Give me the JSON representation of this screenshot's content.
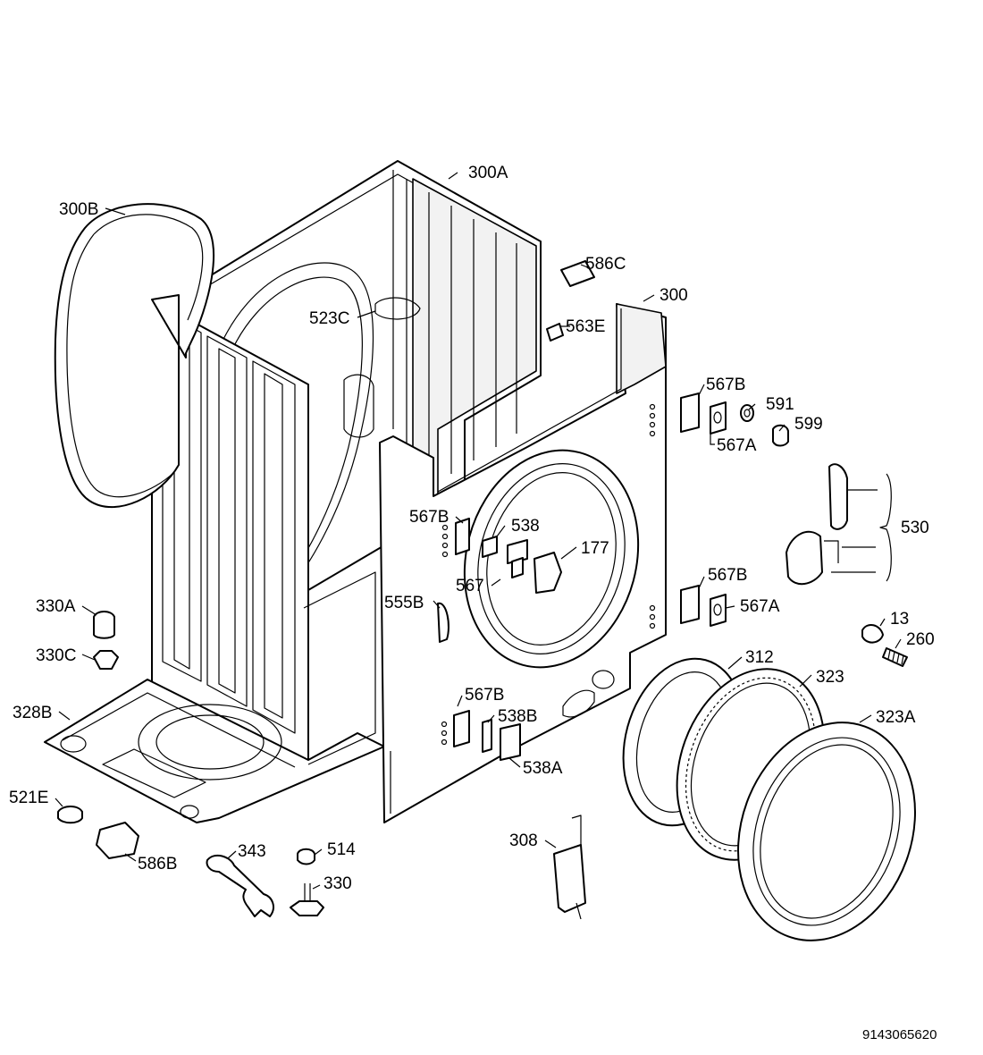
{
  "labels": {
    "l300A": "300A",
    "l300B": "300B",
    "l523C": "523C",
    "l586C": "586C",
    "l300": "300",
    "l563E": "563E",
    "l567B_a": "567B",
    "l591": "591",
    "l567A_a": "567A",
    "l599": "599",
    "l530": "530",
    "l567B_b": "567B",
    "l538_a": "538",
    "l177": "177",
    "l567": "567",
    "l555B": "555B",
    "l567B_c": "567B",
    "l567A_b": "567A",
    "l330A": "330A",
    "l330C": "330C",
    "l13": "13",
    "l260": "260",
    "l312": "312",
    "l323": "323",
    "l328B": "328B",
    "l567B_d": "567B",
    "l538B": "538B",
    "l323A": "323A",
    "l538A": "538A",
    "l521E": "521E",
    "l308": "308",
    "l343": "343",
    "l514": "514",
    "l586B": "586B",
    "l330": "330"
  },
  "footer": {
    "drawing_code": "9143065620"
  }
}
